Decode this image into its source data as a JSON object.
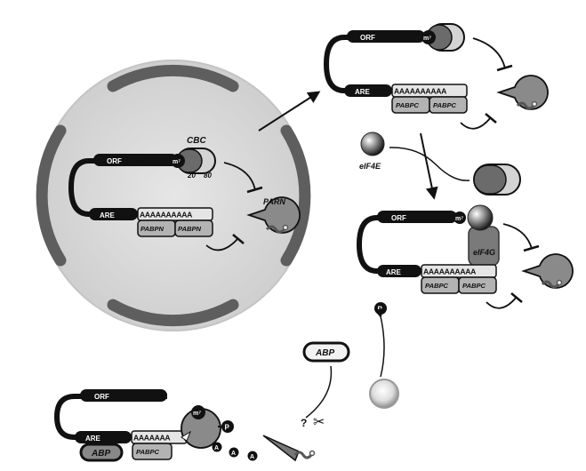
{
  "labels": {
    "orf": "ORF",
    "are": "ARE",
    "cap": "m⁷",
    "cbc": "CBC",
    "cbc20": "20",
    "cbc80": "80",
    "parn": "PARN",
    "polyA_long": "AAAAAAAAAA",
    "polyA_short": "AAAAAAA",
    "pabpn": "PABPN",
    "pabpc": "PABPC",
    "eif4e": "eIF4E",
    "eif4g": "eIF4G",
    "phosphate": "P",
    "abp": "ABP",
    "free_a": "A",
    "question": "?",
    "scissors": "✂"
  },
  "colors": {
    "nucleus_fill": "#d9d9d9",
    "nuclear_envelope": "#5e5e5e",
    "mrna": "#111111",
    "enzyme_gray": "#8a8a8a",
    "pab_box": "#b3b3b3"
  }
}
